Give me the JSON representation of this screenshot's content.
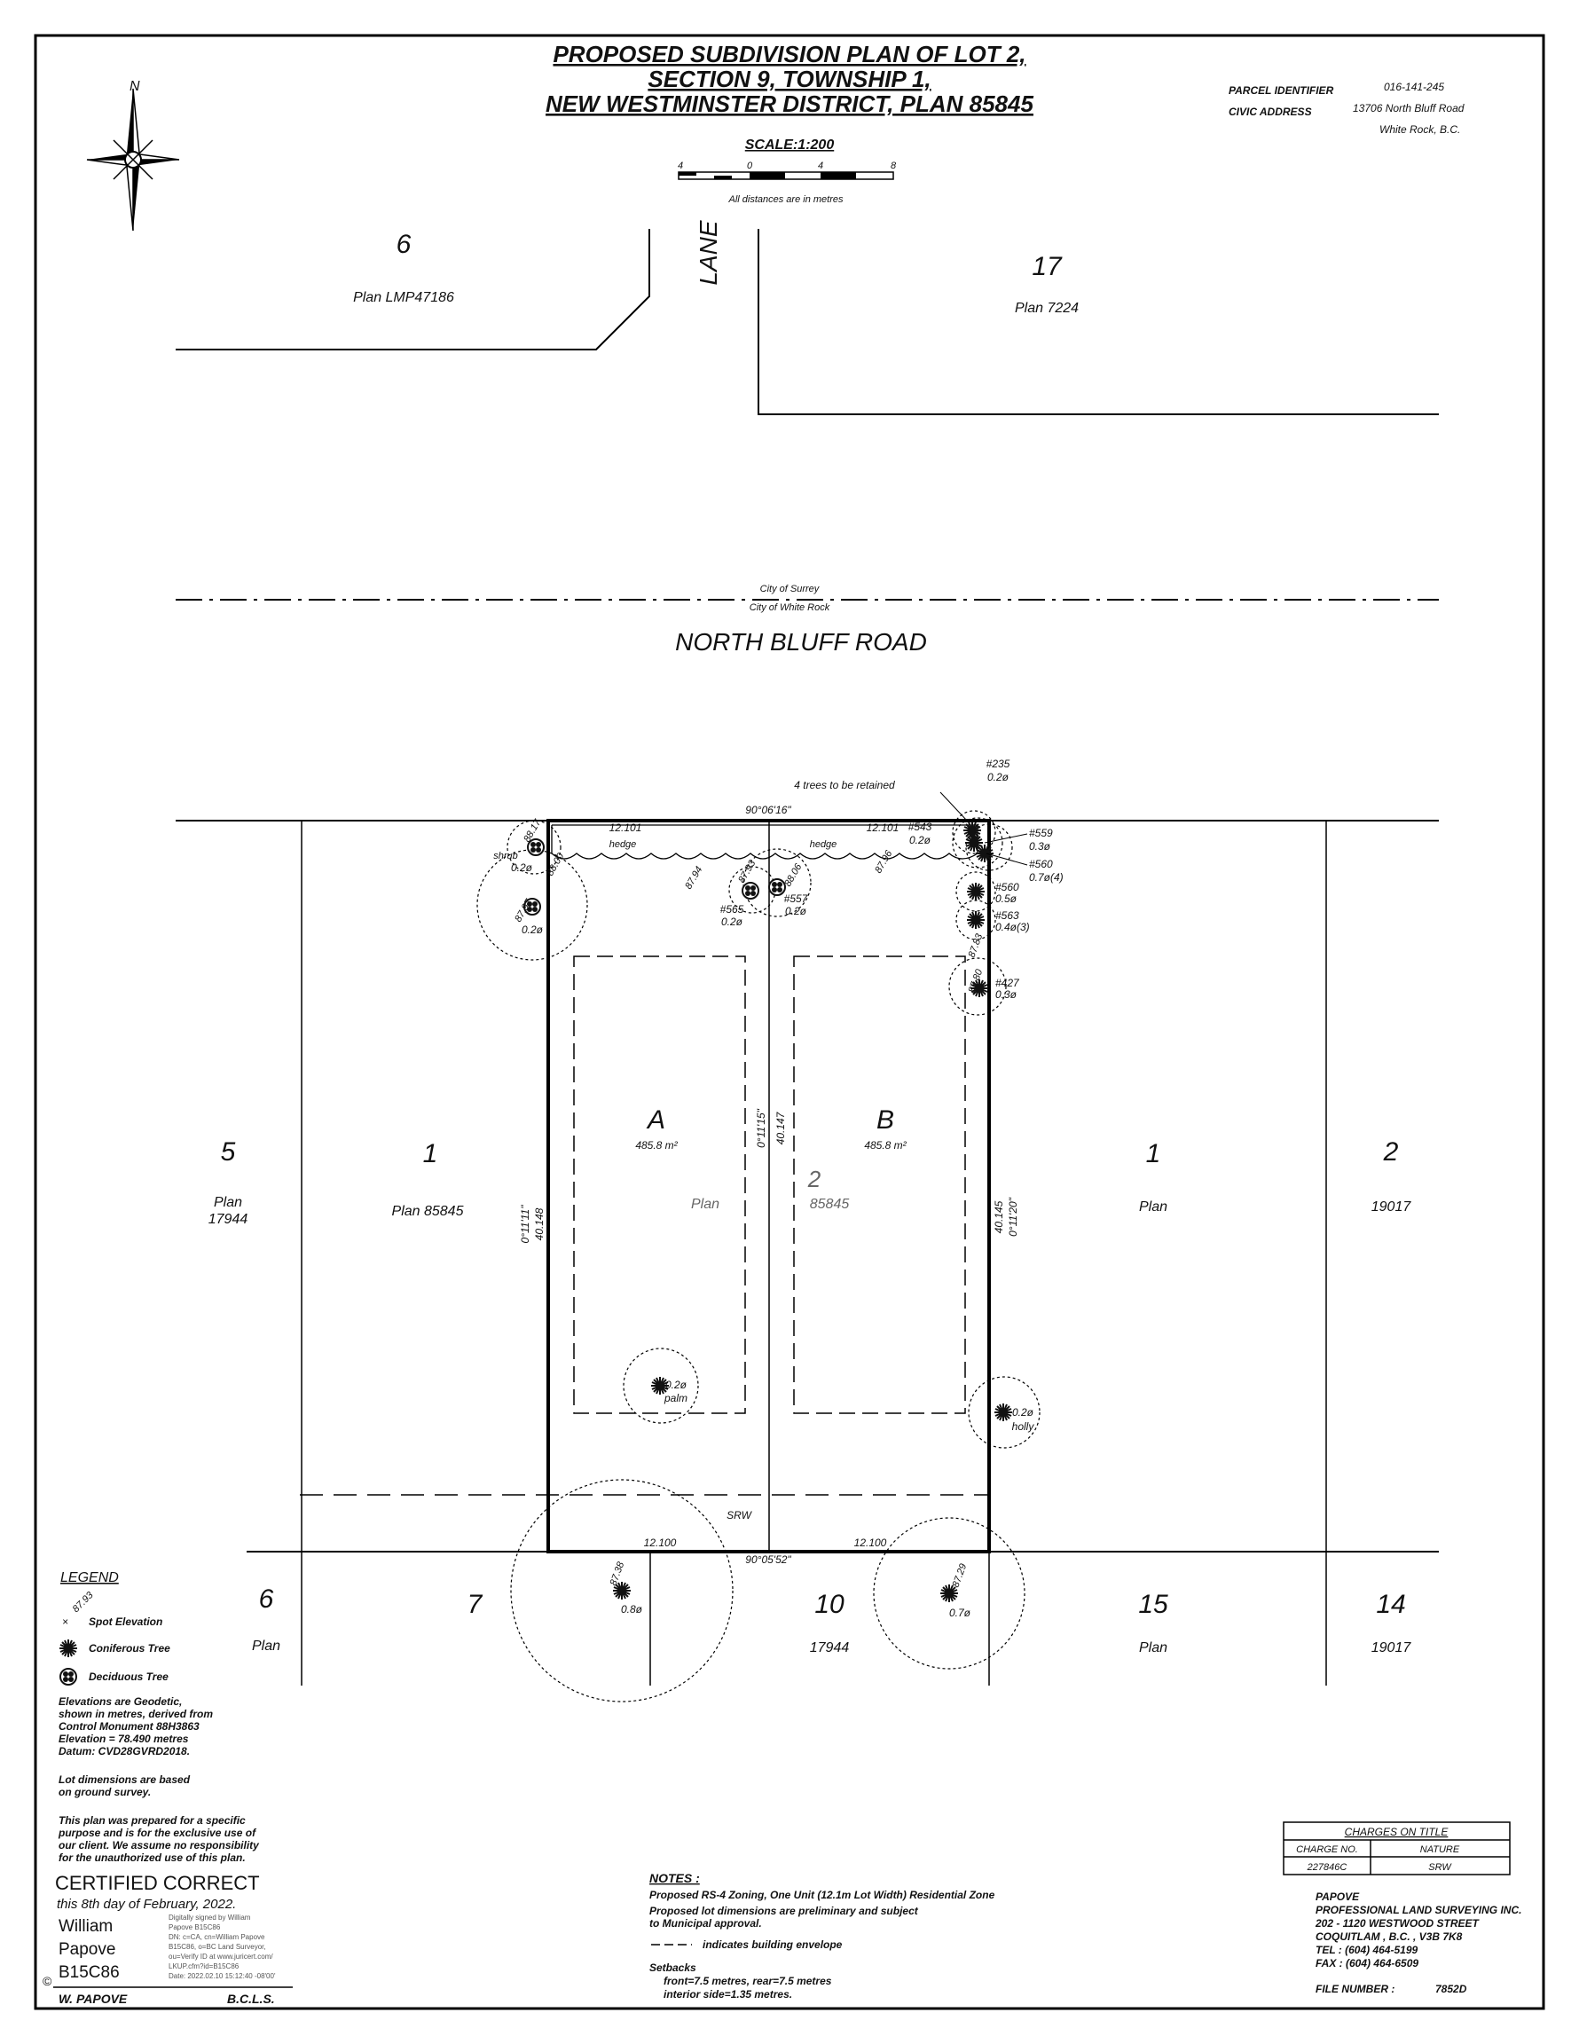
{
  "title": {
    "line1": "PROPOSED SUBDIVISION PLAN OF LOT 2,",
    "line2": "SECTION 9, TOWNSHIP 1,",
    "line3": "NEW WESTMINSTER DISTRICT, PLAN 85845"
  },
  "scale": {
    "label": "SCALE:1:200",
    "ticks": [
      "4",
      "0",
      "4",
      "8"
    ],
    "note": "All distances are in metres"
  },
  "north": "N",
  "parcel": {
    "pid_label": "PARCEL IDENTIFIER",
    "pid_value": "016-141-245",
    "civic_label": "CIVIC ADDRESS",
    "civic_value1": "13706 North Bluff Road",
    "civic_value2": "White Rock, B.C."
  },
  "north_lots": {
    "lot6": "6",
    "lot6_plan": "Plan LMP47186",
    "lane": "LANE",
    "lot17": "17",
    "lot17_plan": "Plan 7224"
  },
  "boundary": {
    "surrey": "City of Surrey",
    "whiterock": "City of White Rock"
  },
  "road": "NORTH BLUFF ROAD",
  "subject": {
    "lot_a": "A",
    "area_a": "485.8 m²",
    "lot_b": "B",
    "area_b": "485.8 m²",
    "lot_2": "2",
    "plan_word": "Plan",
    "plan_no": "85845",
    "front_bearing": "90°06'16\"",
    "front_a": "12.101",
    "front_b": "12.101",
    "rear_bearing": "90°05'52\"",
    "rear_a": "12.100",
    "rear_b": "12.100",
    "west_dist": "40.148",
    "west_bearing": "0°11'11\"",
    "mid_dist": "40.147",
    "mid_bearing": "0°11'15\"",
    "east_dist": "40.145",
    "east_bearing": "0°11'20\"",
    "srw": "SRW",
    "hedge1": "hedge",
    "hedge2": "hedge",
    "retained": "4 trees to be retained"
  },
  "adjacent": {
    "w5": "5",
    "w5_plan1": "Plan",
    "w5_plan2": "17944",
    "w1": "1",
    "w1_plan": "Plan 85845",
    "e1": "1",
    "e1_plan": "Plan",
    "e2": "2",
    "e2_plan": "19017",
    "s6": "6",
    "s6_plan": "Plan",
    "s7": "7",
    "s10": "10",
    "s10_plan": "17944",
    "s15": "15",
    "s15_plan": "Plan",
    "s14": "14",
    "s14_plan": "19017"
  },
  "trees": {
    "t235": "#235",
    "t235d": "0.2ø",
    "t543": "#543",
    "t543d": "0.2ø",
    "t559": "#559",
    "t559d": "0.3ø",
    "t560a": "#560",
    "t560ad": "0.7ø(4)",
    "t560b": "#560",
    "t560bd": "0.5ø",
    "t563": "#563",
    "t563d": "0.4ø(3)",
    "t427": "#427",
    "t427d": "0.3ø",
    "t565": "#565",
    "t565d": "0.2ø",
    "t557": "#557",
    "t557d": "0.2ø",
    "shrub": "shrub",
    "shrubd": "0.2ø",
    "nw2d": "0.2ø",
    "palm": "palm",
    "palmd": "0.2ø",
    "holly": "holly",
    "hollyd": "0.2ø",
    "s1d": "0.8ø",
    "s2d": "0.7ø"
  },
  "elevations": {
    "e1": "88.17",
    "e2": "88.00",
    "e3": "87.97",
    "e4": "87.94",
    "e5": "87.93",
    "e6": "88.06",
    "e7": "87.96",
    "e8": "87.83",
    "e9": "87.80",
    "e10": "87.38",
    "e11": "87.29"
  },
  "legend": {
    "title": "LEGEND",
    "spot_value": "87.93",
    "spot": "Spot Elevation",
    "conif": "Coniferous Tree",
    "decid": "Deciduous Tree",
    "n1": "Elevations are Geodetic,",
    "n2": "shown in metres, derived from",
    "n3": "Control Monument 88H3863",
    "n4": "Elevation = 78.490 metres",
    "n5": "Datum: CVD28GVRD2018.",
    "n6": "Lot dimensions are based",
    "n7": "on ground survey.",
    "n8": "This plan was prepared for a specific",
    "n9": "purpose and is for the exclusive use of",
    "n10": "our client. We assume no responsibility",
    "n11": "for the unauthorized use of this plan."
  },
  "cert": {
    "title": "CERTIFIED CORRECT",
    "date": "this 8th day of February, 2022.",
    "sig1": "William",
    "sig2": "Papove",
    "sig3": "B15C86",
    "d1": "Digitally signed by William",
    "d2": "Papove B15C86",
    "d3": "DN: c=CA, cn=William Papove",
    "d4": "B15C86, o=BC Land Surveyor,",
    "d5": "ou=Verify ID at www.juricert.com/",
    "d6": "LKUP.cfm?id=B15C86",
    "d7": "Date: 2022.02.10 15:12:40 -08'00'",
    "copyright": "©",
    "name": "W. PAPOVE",
    "designation": "B.C.L.S."
  },
  "notes": {
    "title": "NOTES :",
    "n1": "Proposed RS-4 Zoning, One Unit (12.1m Lot Width) Residential Zone",
    "n2": "Proposed lot dimensions are preliminary and subject",
    "n3": "to Municipal approval.",
    "envelope": "indicates building envelope",
    "setbacks": "Setbacks",
    "s1": "front=7.5 metres, rear=7.5 metres",
    "s2": "interior side=1.35 metres."
  },
  "charges": {
    "title": "CHARGES ON TITLE",
    "col1": "CHARGE NO.",
    "col2": "NATURE",
    "row_no": "227846C",
    "row_nature": "SRW"
  },
  "surveyor": {
    "l1": "PAPOVE",
    "l2": "PROFESSIONAL LAND SURVEYING INC.",
    "l3": "202 - 1120 WESTWOOD STREET",
    "l4": "COQUITLAM , B.C. , V3B 7K8",
    "l5": "TEL : (604) 464-5199",
    "l6": "FAX : (604) 464-6509",
    "file_label": "FILE NUMBER :",
    "file_no": "7852D"
  }
}
